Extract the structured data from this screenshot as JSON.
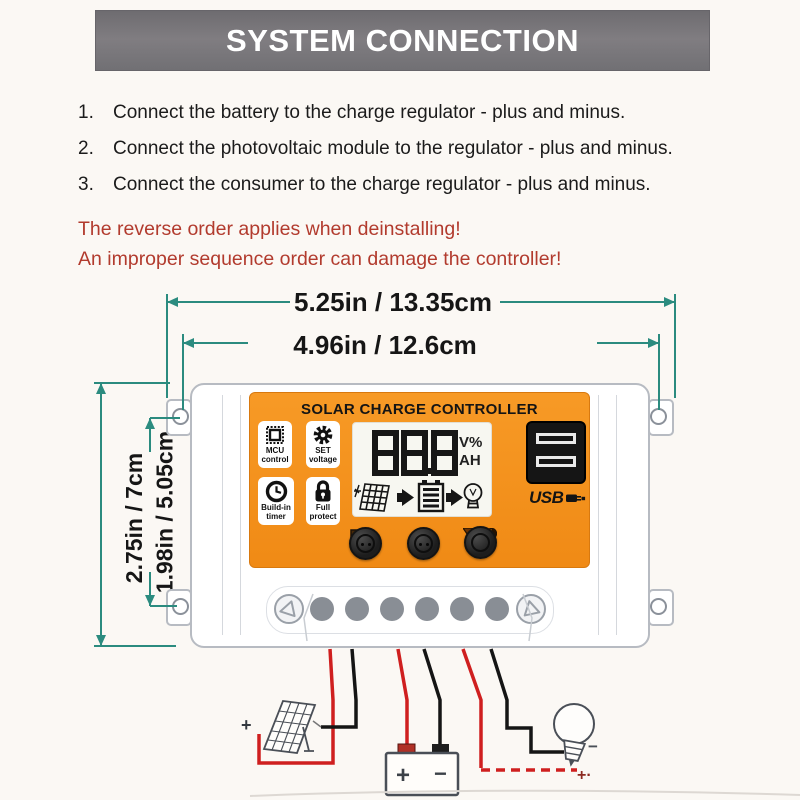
{
  "header": {
    "title": "SYSTEM CONNECTION"
  },
  "instructions": [
    {
      "num": "1.",
      "text": "Connect the battery to the charge regulator - plus and minus."
    },
    {
      "num": "2.",
      "text": "Connect the photovoltaic module to the regulator - plus and minus."
    },
    {
      "num": "3.",
      "text": "Connect the consumer to the charge regulator - plus and minus."
    }
  ],
  "warnings": {
    "line1": "The reverse order applies when deinstalling!",
    "line2": "An improper sequence order can damage the controller!"
  },
  "dimensions": {
    "width_outer": "5.25in / 13.35cm",
    "width_inner": "4.96in / 12.6cm",
    "height_outer": "2.75in / 7cm",
    "height_inner": "1.98in / 5.05cm"
  },
  "controller": {
    "panel_title": "SOLAR CHARGE CONTROLLER",
    "features": [
      {
        "icon": "mcu-chip-icon",
        "line1": "MCU",
        "line2": "control"
      },
      {
        "icon": "gear-icon",
        "line1": "SET",
        "line2": "voltage"
      },
      {
        "icon": "clock-icon",
        "line1": "Build-in",
        "line2": "timer"
      },
      {
        "icon": "lock-icon",
        "line1": "Full",
        "line2": "protect"
      }
    ],
    "display": {
      "value": "88.8",
      "unit_top": "V%",
      "unit_bottom": "AH"
    },
    "usb_label": "USB"
  },
  "wiring": {
    "solar_panel_plus": "+",
    "battery_plus": "+",
    "battery_minus": "−",
    "bulb_minus": "−",
    "load_plus": "+·"
  },
  "colors": {
    "accent_teal": "#2b8b7f",
    "panel_orange": "#f5921e",
    "wire_red": "#cf1f1f",
    "wire_black": "#151515",
    "warning_red": "#b23b2e",
    "titlebar_gray": "#77757a"
  }
}
